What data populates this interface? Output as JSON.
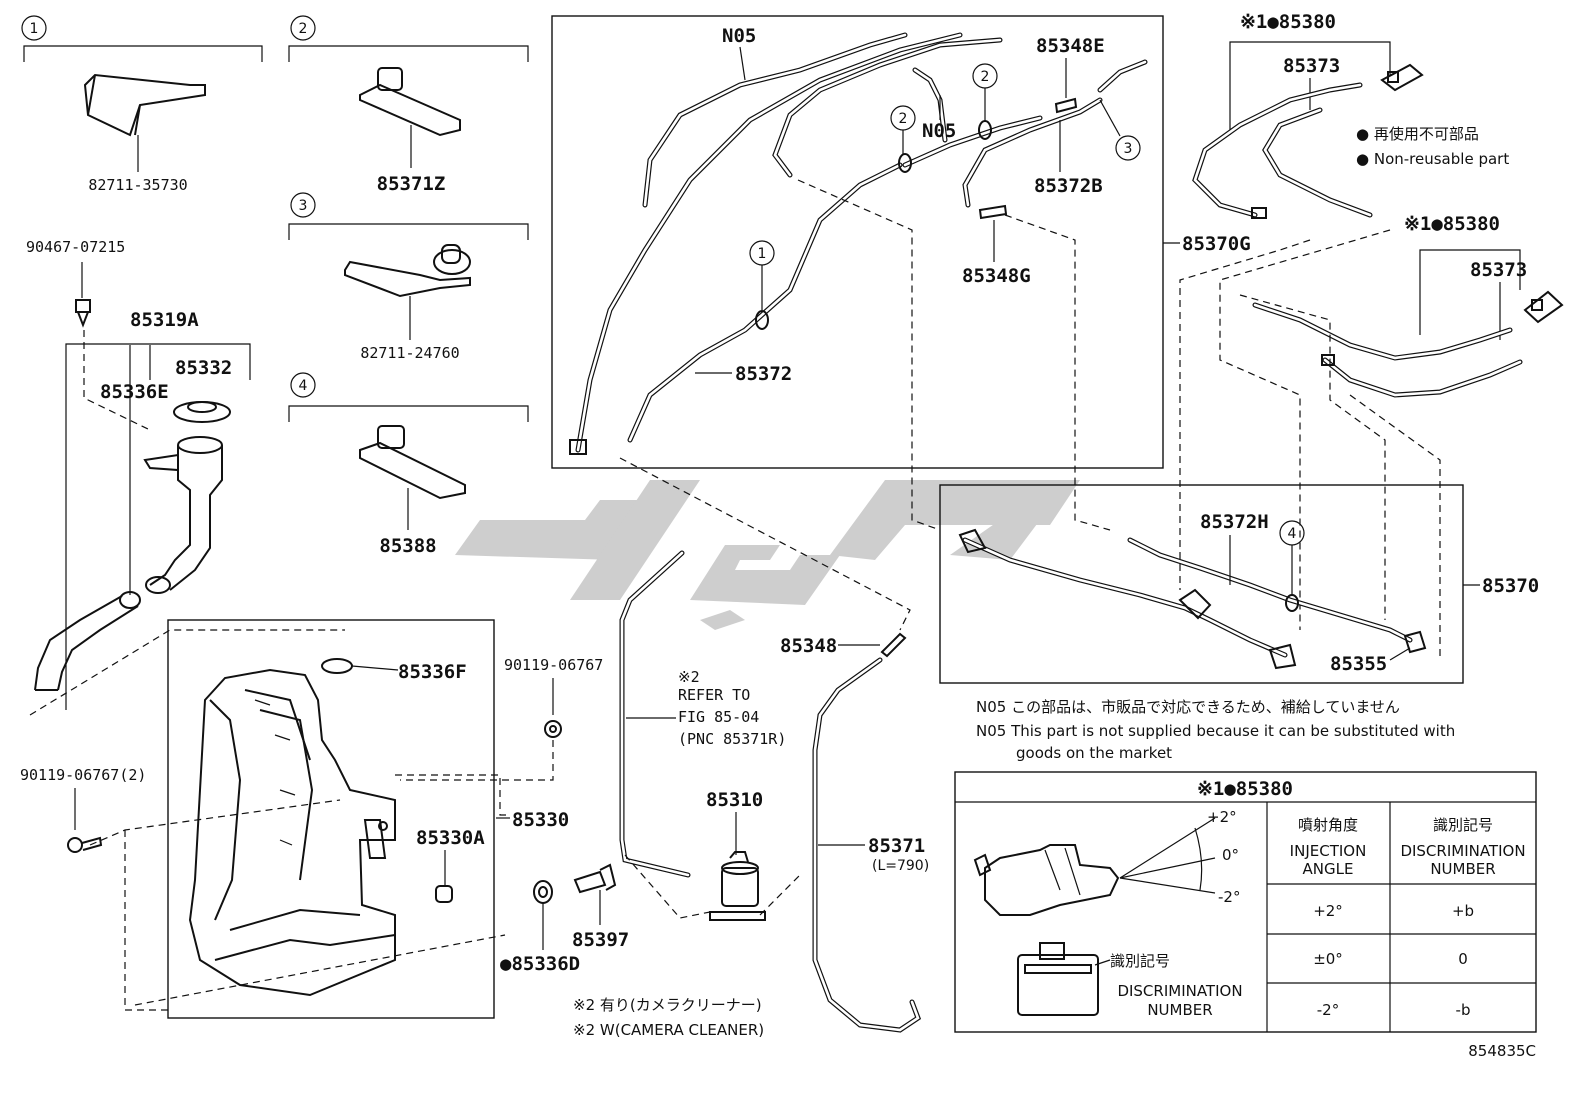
{
  "callouts": {
    "c1": "1",
    "c2": "2",
    "c3": "3",
    "c4": "4"
  },
  "left_parts": {
    "p_82711_35730": "82711-35730",
    "p_85371Z": "85371Z",
    "p_82711_24760": "82711-24760",
    "p_85388": "85388",
    "p_90467_07215": "90467-07215",
    "p_85319A": "85319A",
    "p_85332": "85332",
    "p_85336E": "85336E",
    "p_85336F": "85336F",
    "p_90119_06767_2": "90119-06767(2)",
    "p_85330A": "85330A",
    "p_85330": "85330",
    "p_85336D": "●85336D",
    "p_90119_06767": "90119-06767",
    "p_85397": "85397",
    "p_85310": "85310",
    "p_85348": "85348",
    "p_85371": "85371",
    "p_85371_len": "(L=790)"
  },
  "refer_note": {
    "line1": "※2",
    "line2": "REFER TO",
    "line3": "FIG 85-04",
    "line4": "(PNC 85371R)"
  },
  "camera_notes": {
    "jp": "※2 有り(カメラクリーナー)",
    "en": "※2 W(CAMERA CLEANER)"
  },
  "upper_box": {
    "n05_a": "N05",
    "n05_b": "N05",
    "p_85348E": "85348E",
    "p_85372B": "85372B",
    "p_85348G": "85348G",
    "p_85372": "85372",
    "p_85370G": "85370G"
  },
  "right_parts": {
    "p_85380_a": "※1●85380",
    "p_85373_a": "85373",
    "p_85380_b": "※1●85380",
    "p_85373_b": "85373",
    "legend_jp": "● 再使用不可部品",
    "legend_en": "● Non-reusable part",
    "p_85372H": "85372H",
    "p_85370": "85370",
    "p_85355": "85355"
  },
  "n05_note": {
    "jp": "N05 この部品は、市販品で対応できるため、補給していません",
    "en1": "N05 This part is not supplied because it can be substituted with",
    "en2": "goods on the market"
  },
  "table": {
    "title": "※1●85380",
    "h1_jp": "噴射角度",
    "h1_en1": "INJECTION",
    "h1_en2": "ANGLE",
    "h2_jp": "識別記号",
    "h2_en1": "DISCRIMINATION",
    "h2_en2": "NUMBER",
    "rows": [
      {
        "angle": "+2°",
        "mark": "+b"
      },
      {
        "angle": "±0°",
        "mark": "0"
      },
      {
        "angle": "-2°",
        "mark": "-b"
      }
    ],
    "fig_plus2": "+2°",
    "fig_zero": "0°",
    "fig_minus2": "-2°",
    "fig_disc_jp": "識別記号",
    "fig_disc_en1": "DISCRIMINATION",
    "fig_disc_en2": "NUMBER"
  },
  "figure_code": "854835C",
  "watermark_color": "#c8c8c8"
}
